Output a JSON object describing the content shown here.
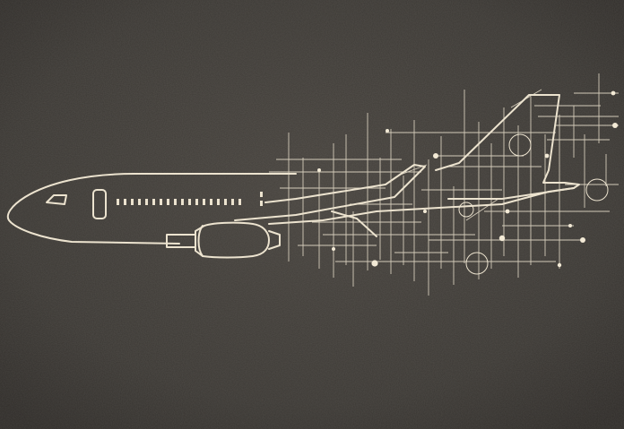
{
  "scene": {
    "subject": "airplane-line-drawing",
    "style": "chalk-outline-on-dark-textured-background",
    "colors": {
      "background": "#3d3a36",
      "background_dark": "#2f2c29",
      "line": "#ece3cf",
      "node": "#f3ead6"
    },
    "elements": [
      "fuselage",
      "cockpit-window",
      "door",
      "passenger-windows",
      "wing",
      "engine",
      "vertical-stabilizer",
      "horizontal-stabilizer",
      "circuit-network"
    ]
  }
}
